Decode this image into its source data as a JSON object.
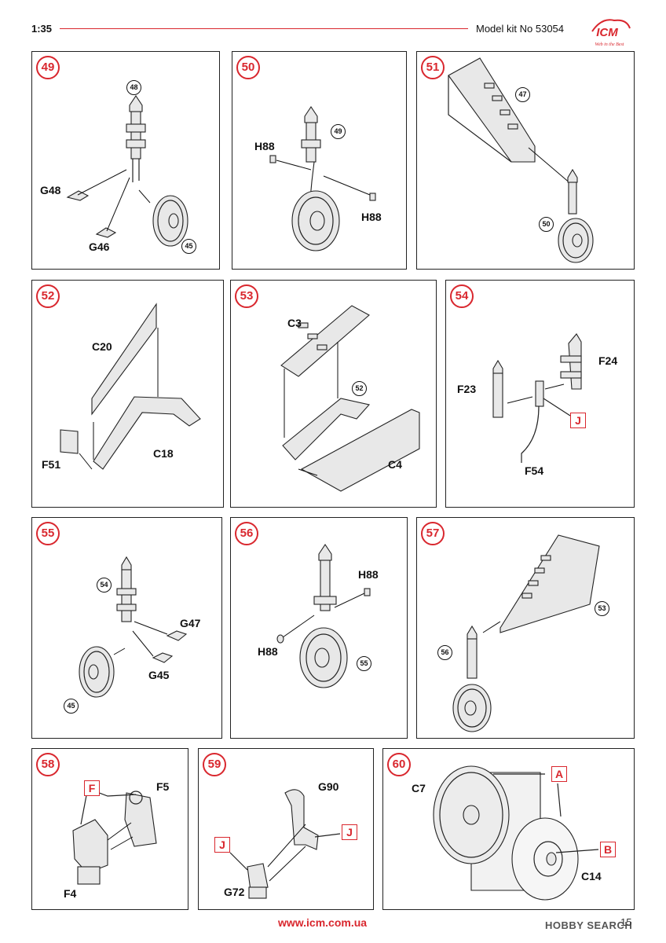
{
  "header": {
    "scale": "1:35",
    "kit": "Model kit No 53054",
    "logo_text": "ICM",
    "logo_tagline": "Web in the Best"
  },
  "footer": {
    "url": "www.icm.com.ua",
    "watermark": "HOBBY SEARCH",
    "page": "15"
  },
  "colors": {
    "accent": "#d9272e",
    "line": "#222222"
  },
  "steps": [
    {
      "num": "49",
      "labels": [
        "G48",
        "G46"
      ],
      "refs": [
        "48",
        "45"
      ]
    },
    {
      "num": "50",
      "labels": [
        "H88",
        "H88"
      ],
      "refs": [
        "49"
      ]
    },
    {
      "num": "51",
      "labels": [],
      "refs": [
        "47",
        "50"
      ]
    },
    {
      "num": "52",
      "labels": [
        "C20",
        "F51",
        "C18"
      ],
      "refs": []
    },
    {
      "num": "53",
      "labels": [
        "C3",
        "C4"
      ],
      "refs": [
        "52"
      ]
    },
    {
      "num": "54",
      "labels": [
        "F24",
        "F23",
        "F54"
      ],
      "refs": [],
      "color_marks": [
        "J"
      ]
    },
    {
      "num": "55",
      "labels": [
        "G47",
        "G45"
      ],
      "refs": [
        "54",
        "45"
      ]
    },
    {
      "num": "56",
      "labels": [
        "H88",
        "H88"
      ],
      "refs": [
        "55"
      ]
    },
    {
      "num": "57",
      "labels": [],
      "refs": [
        "53",
        "56"
      ]
    },
    {
      "num": "58",
      "labels": [
        "F5",
        "F4"
      ],
      "refs": [],
      "color_marks": [
        "F"
      ]
    },
    {
      "num": "59",
      "labels": [
        "G90",
        "G72"
      ],
      "refs": [],
      "color_marks": [
        "J",
        "J"
      ]
    },
    {
      "num": "60",
      "labels": [
        "C7",
        "C14"
      ],
      "refs": [],
      "color_marks": [
        "A",
        "B"
      ]
    }
  ]
}
